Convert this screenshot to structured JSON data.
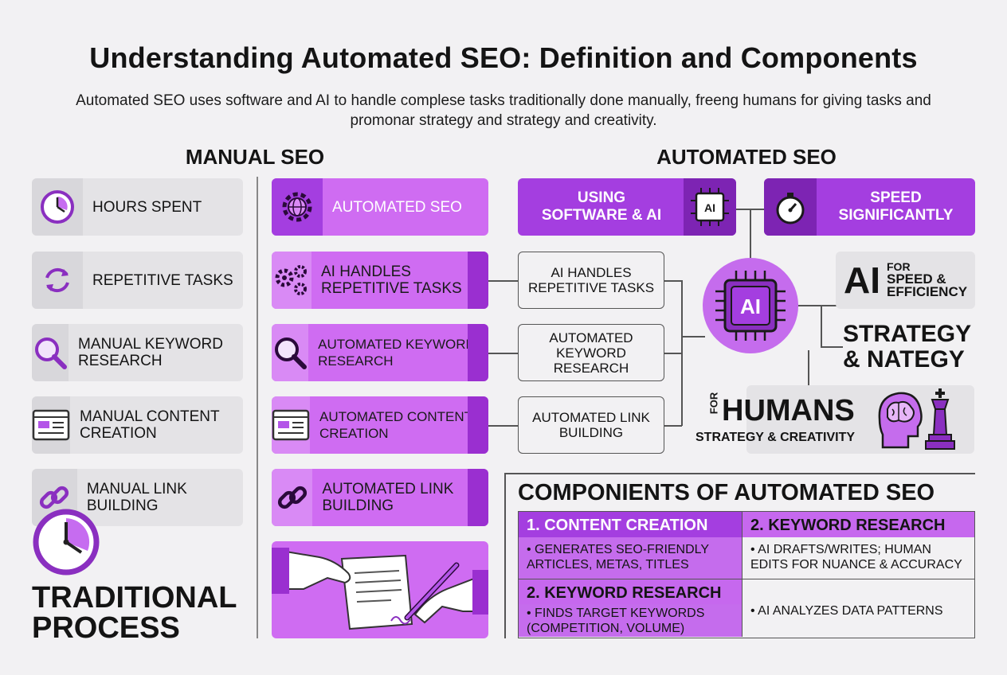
{
  "title": "Understanding Automated SEO: Definition and Components",
  "subtitle": "Automated SEO uses software and AI to  handle complese tasks traditionally done manually, freeng humans for giving tasks and promonar strategy and strategy and creativity.",
  "manual": {
    "heading": "MANUAL SEO",
    "items": [
      {
        "label": "HOURS SPENT",
        "icon": "clock-icon"
      },
      {
        "label": "REPETITIVE TASKS",
        "icon": "refresh-icon"
      },
      {
        "label": "MANUAL KEYWORD RESEARCH",
        "icon": "magnifier-icon"
      },
      {
        "label": "MANUAL CONTENT CREATION",
        "icon": "browser-window-icon"
      },
      {
        "label": "MANUAL LINK BUILDING",
        "icon": "chain-link-icon"
      }
    ],
    "footer_line1": "TRADITIONAL",
    "footer_line2": "PROCESS"
  },
  "automated_col": {
    "items": [
      {
        "label": "AUTOMATED SEO",
        "icon": "gear-globe-icon"
      },
      {
        "label": "AI HANDLES REPETITIVE TASKS",
        "icon": "gears-icon"
      },
      {
        "label": "AUTOMATED KEYWORD RESEARCH",
        "icon": "magnifier-icon"
      },
      {
        "label": "AUTOMATED CONTENT CREATION",
        "icon": "browser-window-icon"
      },
      {
        "label": "AUTOMATED LINK BUILDING",
        "icon": "chain-link-icon"
      }
    ]
  },
  "automated": {
    "heading": "AUTOMATED SEO",
    "using_line1": "USING",
    "using_line2": "SOFTWARE & AI",
    "chip_label": "AI",
    "speed_line1": "SPEED",
    "speed_line2": "SIGNIFICANTLY",
    "boxes": [
      "AI HANDLES REPETITIVE TASKS",
      "AUTOMATED KEYWORD RESEARCH",
      "AUTOMATED LINK BUILDING"
    ],
    "hub_label": "AI",
    "ai_speed_big": "AI",
    "ai_speed_small_1": "FOR",
    "ai_speed_small_2": "SPEED &",
    "ai_speed_small_3": "EFFICIENCY",
    "strategy_1": "STRATEGY",
    "strategy_2": "& NATEGY",
    "humans_for": "FOR",
    "humans_big": "HUMANS",
    "humans_sub": "STRATEGY & CREATIVITY"
  },
  "components": {
    "heading": "COMPONIENTS OF AUTOMATED SEO",
    "h1": "1. CONTENT CREATION",
    "h2": "2. KEYWORD RESEARCH",
    "b1": "• GENERATES SEO-FRIENDLY ARTICLES, METAS, TITLES",
    "b2": "• AI DRAFTS/WRITES; HUMAN EDITS FOR NUANCE & ACCURACY",
    "h3": "2. KEYWORD RESEARCH",
    "b3": "• FINDS TARGET KEYWORDS (COMPETITION, VOLUME)",
    "b4": "• AI ANALYZES DATA PATTERNS"
  },
  "colors": {
    "accent": "#a43ee0",
    "accent_light": "#cf6cf2",
    "background": "#f2f1f3"
  }
}
